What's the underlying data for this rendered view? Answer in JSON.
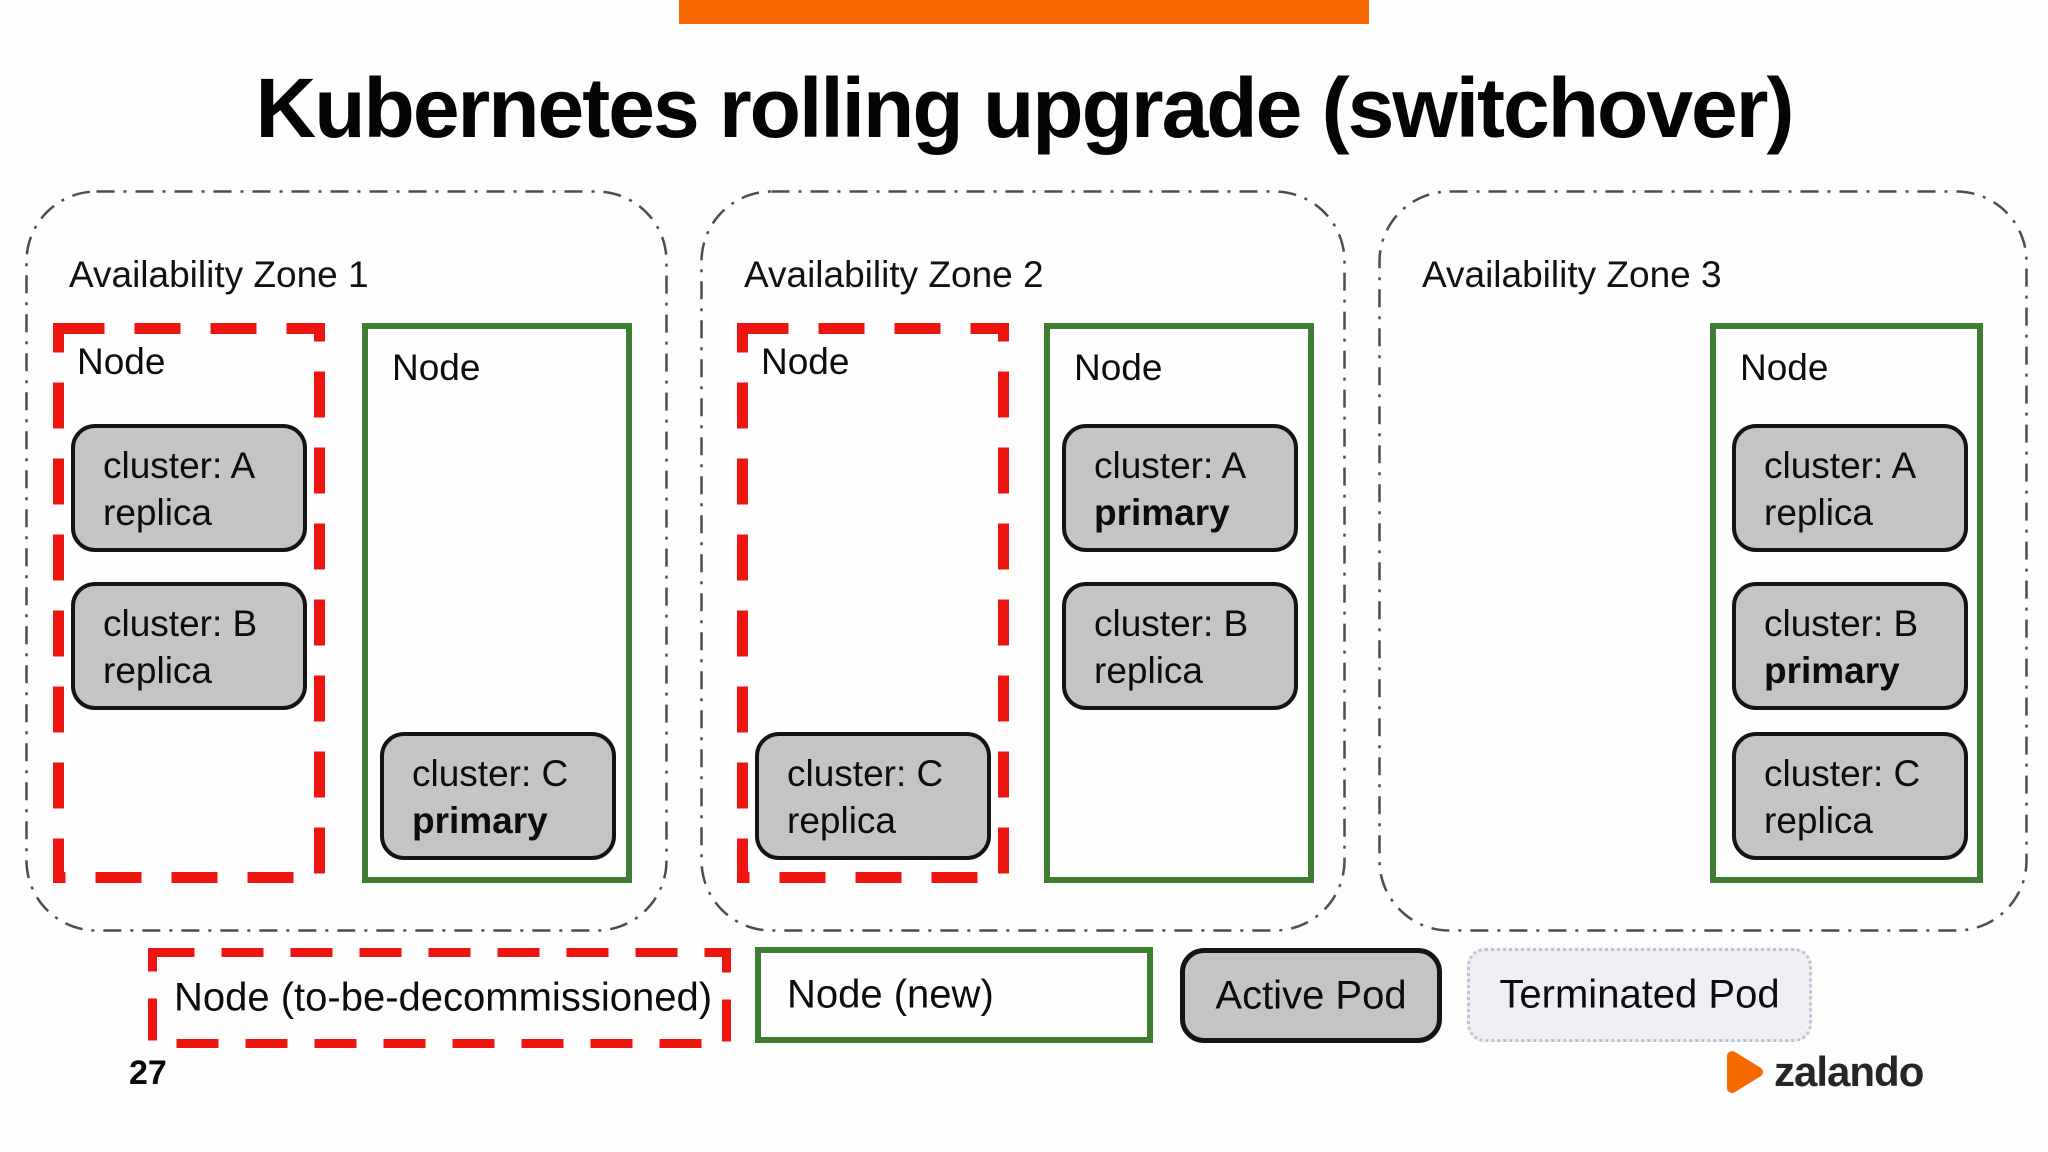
{
  "slide": {
    "title": "Kubernetes rolling upgrade (switchover)",
    "page_number": "27"
  },
  "zones": [
    {
      "label": "Availability Zone 1",
      "nodes": [
        {
          "kind": "node-to-be-decommissioned",
          "label": "Node",
          "pods": [
            {
              "cluster": "cluster: A",
              "role": "replica"
            },
            {
              "cluster": "cluster: B",
              "role": "replica"
            }
          ]
        },
        {
          "kind": "node-new",
          "label": "Node",
          "pods": [
            {
              "cluster": "cluster: C",
              "role": "primary"
            }
          ]
        }
      ]
    },
    {
      "label": "Availability Zone 2",
      "nodes": [
        {
          "kind": "node-to-be-decommissioned",
          "label": "Node",
          "pods": [
            {
              "cluster": "cluster: C",
              "role": "replica"
            }
          ]
        },
        {
          "kind": "node-new",
          "label": "Node",
          "pods": [
            {
              "cluster": "cluster: A",
              "role": "primary"
            },
            {
              "cluster": "cluster: B",
              "role": "replica"
            }
          ]
        }
      ]
    },
    {
      "label": "Availability Zone 3",
      "nodes": [
        {
          "kind": "node-new",
          "label": "Node",
          "pods": [
            {
              "cluster": "cluster: A",
              "role": "replica"
            },
            {
              "cluster": "cluster: B",
              "role": "primary"
            },
            {
              "cluster": "cluster: C",
              "role": "replica"
            }
          ]
        }
      ]
    }
  ],
  "legend": {
    "node_decommissioned": "Node (to-be-decommissioned)",
    "node_new": "Node (new)",
    "active_pod": "Active Pod",
    "terminated_pod": "Terminated Pod"
  },
  "logo": {
    "wordmark": "zalando"
  },
  "colors": {
    "accent_orange": "#f66a00",
    "node_new_green": "#3e7d32",
    "node_decommissioned_red": "#ee1511",
    "active_pod_gray": "#c4c4c4",
    "terminated_pod_gray": "#edeff4",
    "zone_border_gray": "#4d4d4d"
  }
}
